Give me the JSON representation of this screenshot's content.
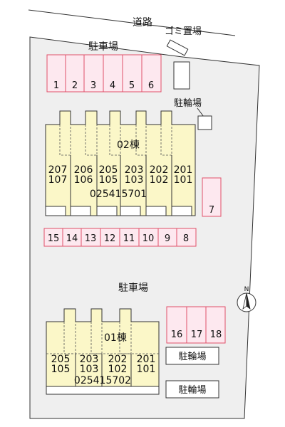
{
  "labels": {
    "road": "道路",
    "garbage": "ゴミ置場",
    "bike_top": "駐輪場",
    "parking_top": "駐車場",
    "parking_middle": "駐車場",
    "bike_bottom_1": "駐輪場",
    "bike_bottom_2": "駐輪場",
    "north": "N"
  },
  "building_02": {
    "name": "02棟",
    "code": "025415701",
    "units": [
      {
        "upper": "207",
        "lower": "107"
      },
      {
        "upper": "206",
        "lower": "106"
      },
      {
        "upper": "205",
        "lower": "105"
      },
      {
        "upper": "203",
        "lower": "103"
      },
      {
        "upper": "202",
        "lower": "102"
      },
      {
        "upper": "201",
        "lower": "101"
      }
    ]
  },
  "building_01": {
    "name": "01棟",
    "code": "025415702",
    "units": [
      {
        "upper": "205",
        "lower": "105"
      },
      {
        "upper": "203",
        "lower": "103"
      },
      {
        "upper": "202",
        "lower": "102"
      },
      {
        "upper": "201",
        "lower": "101"
      }
    ]
  },
  "parking_top_spaces": [
    "1",
    "2",
    "3",
    "4",
    "5",
    "6"
  ],
  "parking_right_space": "7",
  "parking_middle_spaces": [
    "15",
    "14",
    "13",
    "12",
    "11",
    "10",
    "9",
    "8"
  ],
  "parking_bottom_spaces": [
    "16",
    "17",
    "18"
  ],
  "colors": {
    "parking_fill": "#fde8ef",
    "parking_stroke": "#e0506a",
    "building_fill": "#fbf7c8",
    "lot_fill": "#efefef"
  }
}
